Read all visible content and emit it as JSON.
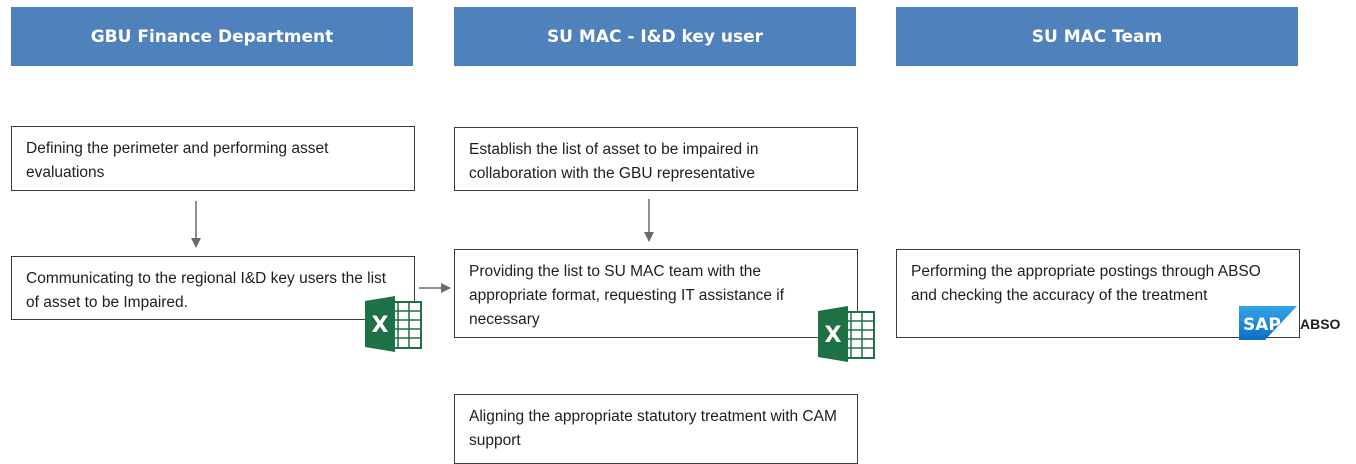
{
  "lanes": [
    {
      "title": "GBU Finance Department"
    },
    {
      "title": "SU MAC - I&D key user"
    },
    {
      "title": "SU MAC Team"
    }
  ],
  "boxes": {
    "gbu_define": "Defining the perimeter and performing asset evaluations",
    "gbu_communicate": "Communicating to the regional I&D key users the list of asset to be Impaired.",
    "key_establish": "Establish the list of asset to be impaired in collaboration with the GBU representative",
    "key_provide": "Providing the list to SU MAC team with the appropriate format, requesting IT assistance if necessary",
    "key_align": "Aligning the appropriate statutory treatment with CAM support",
    "team_perform": "Performing the appropriate postings through ABSO and checking the accuracy of the treatment"
  },
  "icons": {
    "excel": "excel-icon",
    "excel_letter": "X",
    "sap_logo_text": "SAP",
    "abso_label": "ABSO"
  },
  "colors": {
    "lane_header": "#4F81BD",
    "excel_green": "#1E7145",
    "sap_blue": "#1B8EDE"
  }
}
